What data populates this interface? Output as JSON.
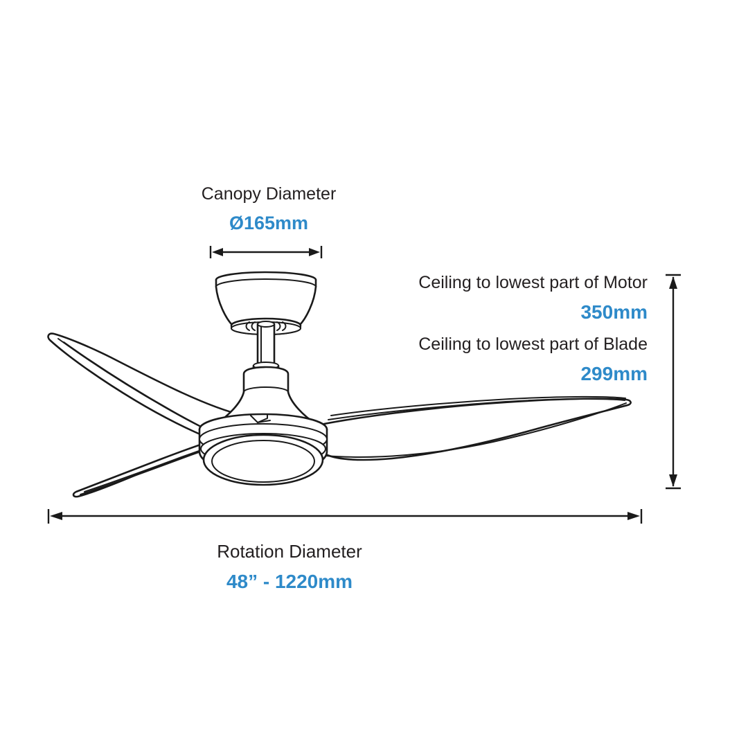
{
  "diagram": {
    "subject": "ceiling-fan",
    "line_color": "#1a1a1a",
    "accent_color": "#2e8ac9",
    "text_color": "#231f20",
    "background": "#ffffff"
  },
  "measurements": {
    "canopy": {
      "title": "Canopy Diameter",
      "value": "Ø165mm"
    },
    "motor_height": {
      "title": "Ceiling to lowest part of Motor",
      "value": "350mm"
    },
    "blade_height": {
      "title": "Ceiling to lowest part of Blade",
      "value": "299mm"
    },
    "rotation": {
      "title": "Rotation Diameter",
      "value": "48” - 1220mm"
    }
  }
}
